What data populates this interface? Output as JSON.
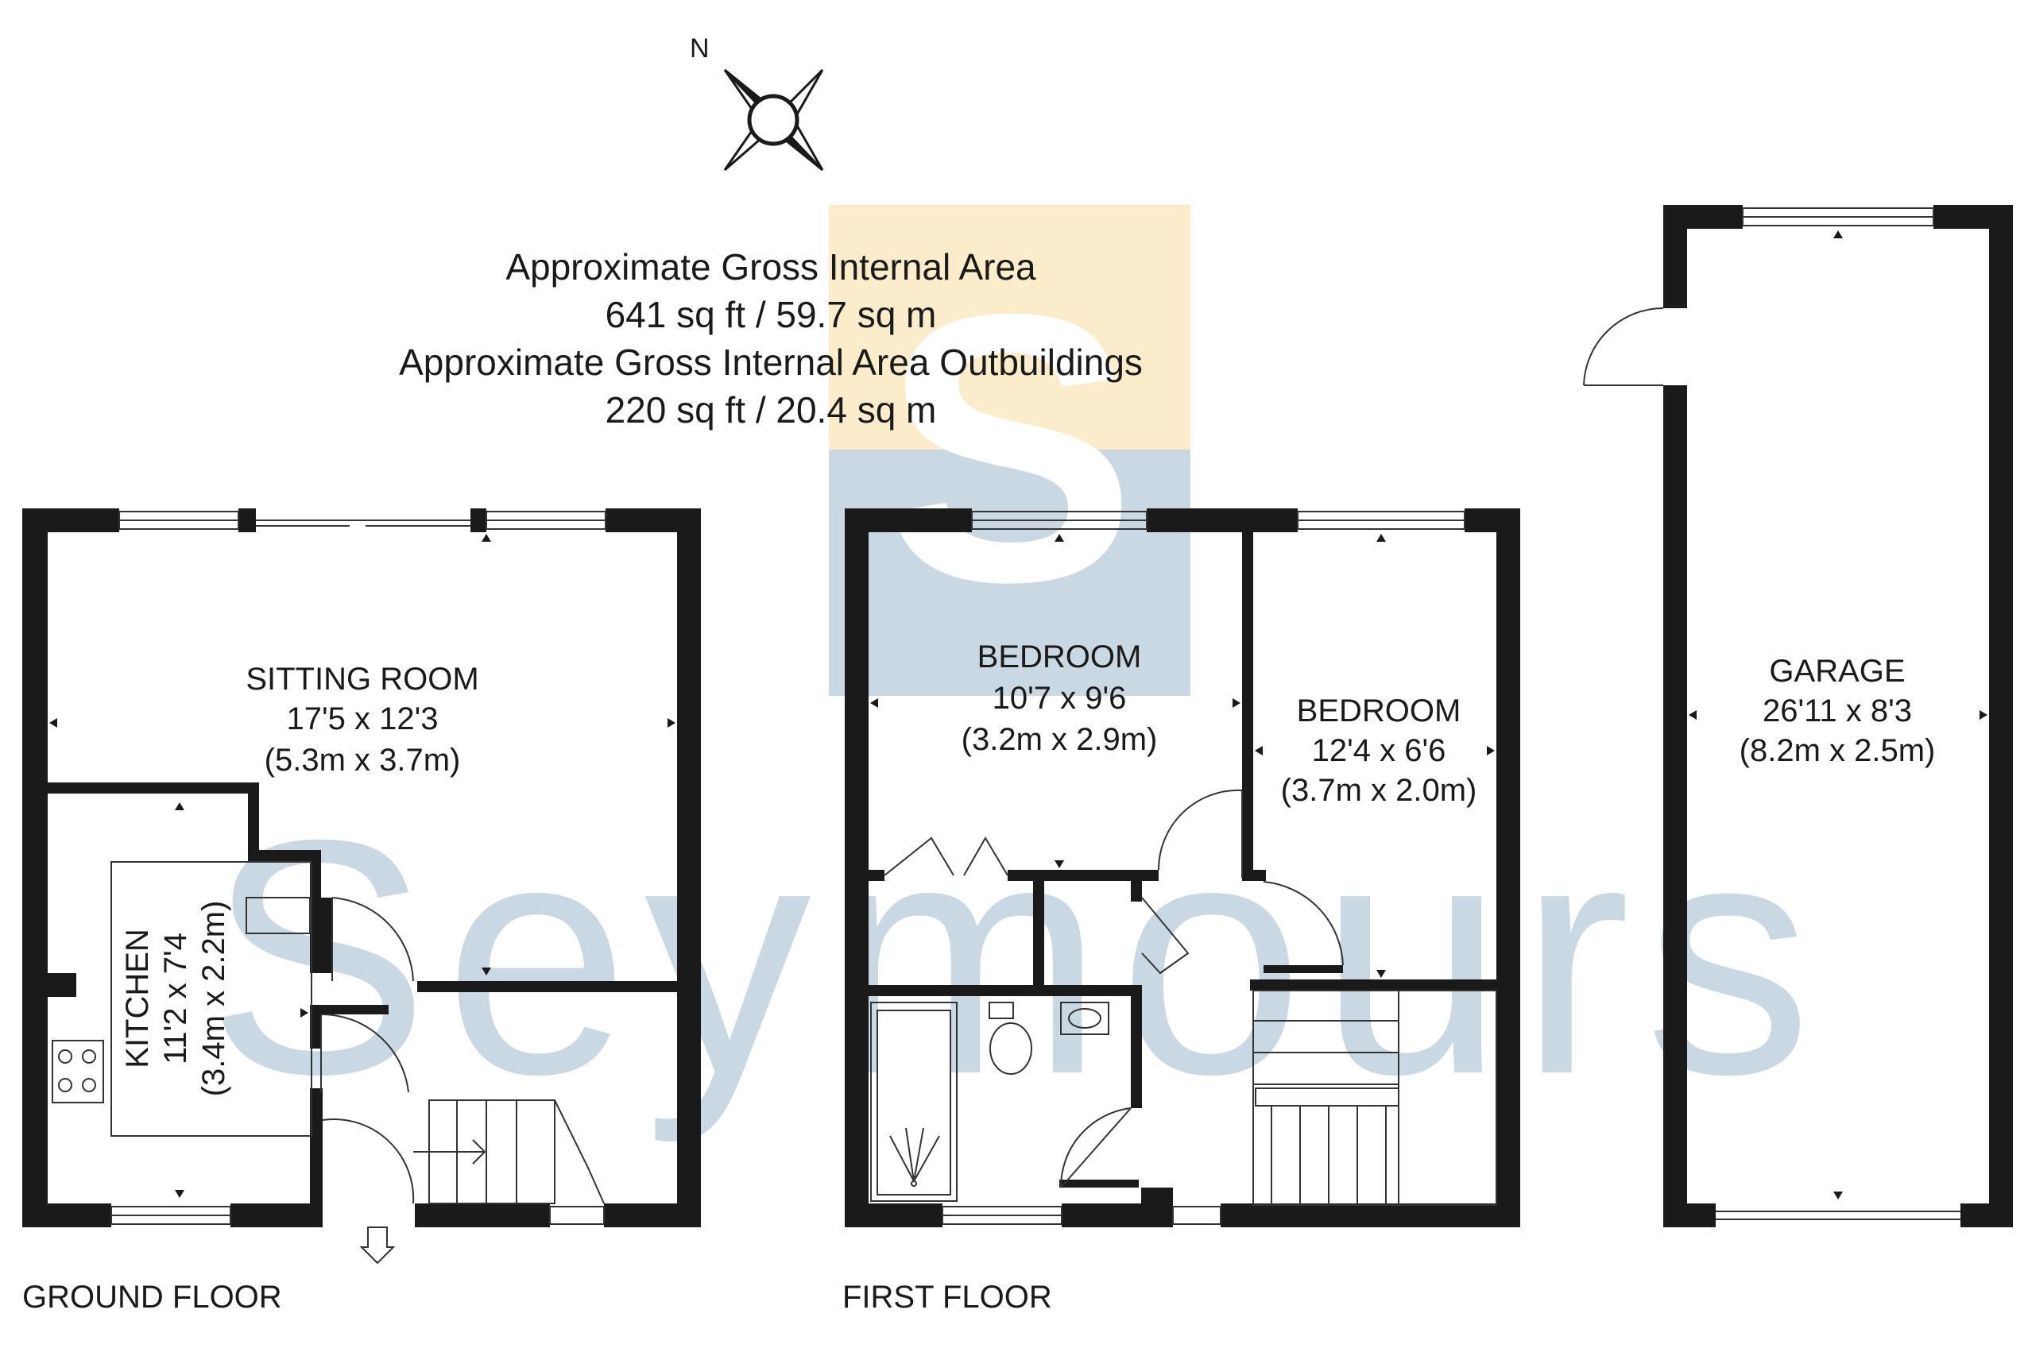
{
  "compass": {
    "north_label": "N",
    "icon": "compass-rose-icon"
  },
  "header": {
    "line1": "Approximate Gross Internal Area",
    "line2": "641 sq ft / 59.7 sq m",
    "line3": "Approximate Gross Internal Area Outbuildings",
    "line4": "220 sq ft / 20.4 sq m"
  },
  "watermark": {
    "text": "Seymours",
    "logo_letter": "S",
    "colors": {
      "text": "#c9d8e3",
      "logo_top": "#fbeccb",
      "logo_bottom": "#c9d8e3"
    }
  },
  "floors": {
    "ground": {
      "label": "GROUND FLOOR",
      "rooms": [
        {
          "name": "SITTING ROOM",
          "size_imperial": "17'5 x 12'3",
          "size_metric": "(5.3m x 3.7m)"
        },
        {
          "name": "KITCHEN",
          "size_imperial": "11'2 x 7'4",
          "size_metric": "(3.4m x 2.2m)"
        }
      ]
    },
    "first": {
      "label": "FIRST FLOOR",
      "rooms": [
        {
          "name": "BEDROOM",
          "size_imperial": "10'7 x 9'6",
          "size_metric": "(3.2m x 2.9m)"
        },
        {
          "name": "BEDROOM",
          "size_imperial": "12'4 x 6'6",
          "size_metric": "(3.7m x 2.0m)"
        }
      ]
    },
    "outbuilding": {
      "rooms": [
        {
          "name": "GARAGE",
          "size_imperial": "26'11 x 8'3",
          "size_metric": "(8.2m x 2.5m)"
        }
      ]
    }
  },
  "colors": {
    "wall": "#1a1a1a",
    "line": "#333333",
    "background": "#ffffff"
  }
}
